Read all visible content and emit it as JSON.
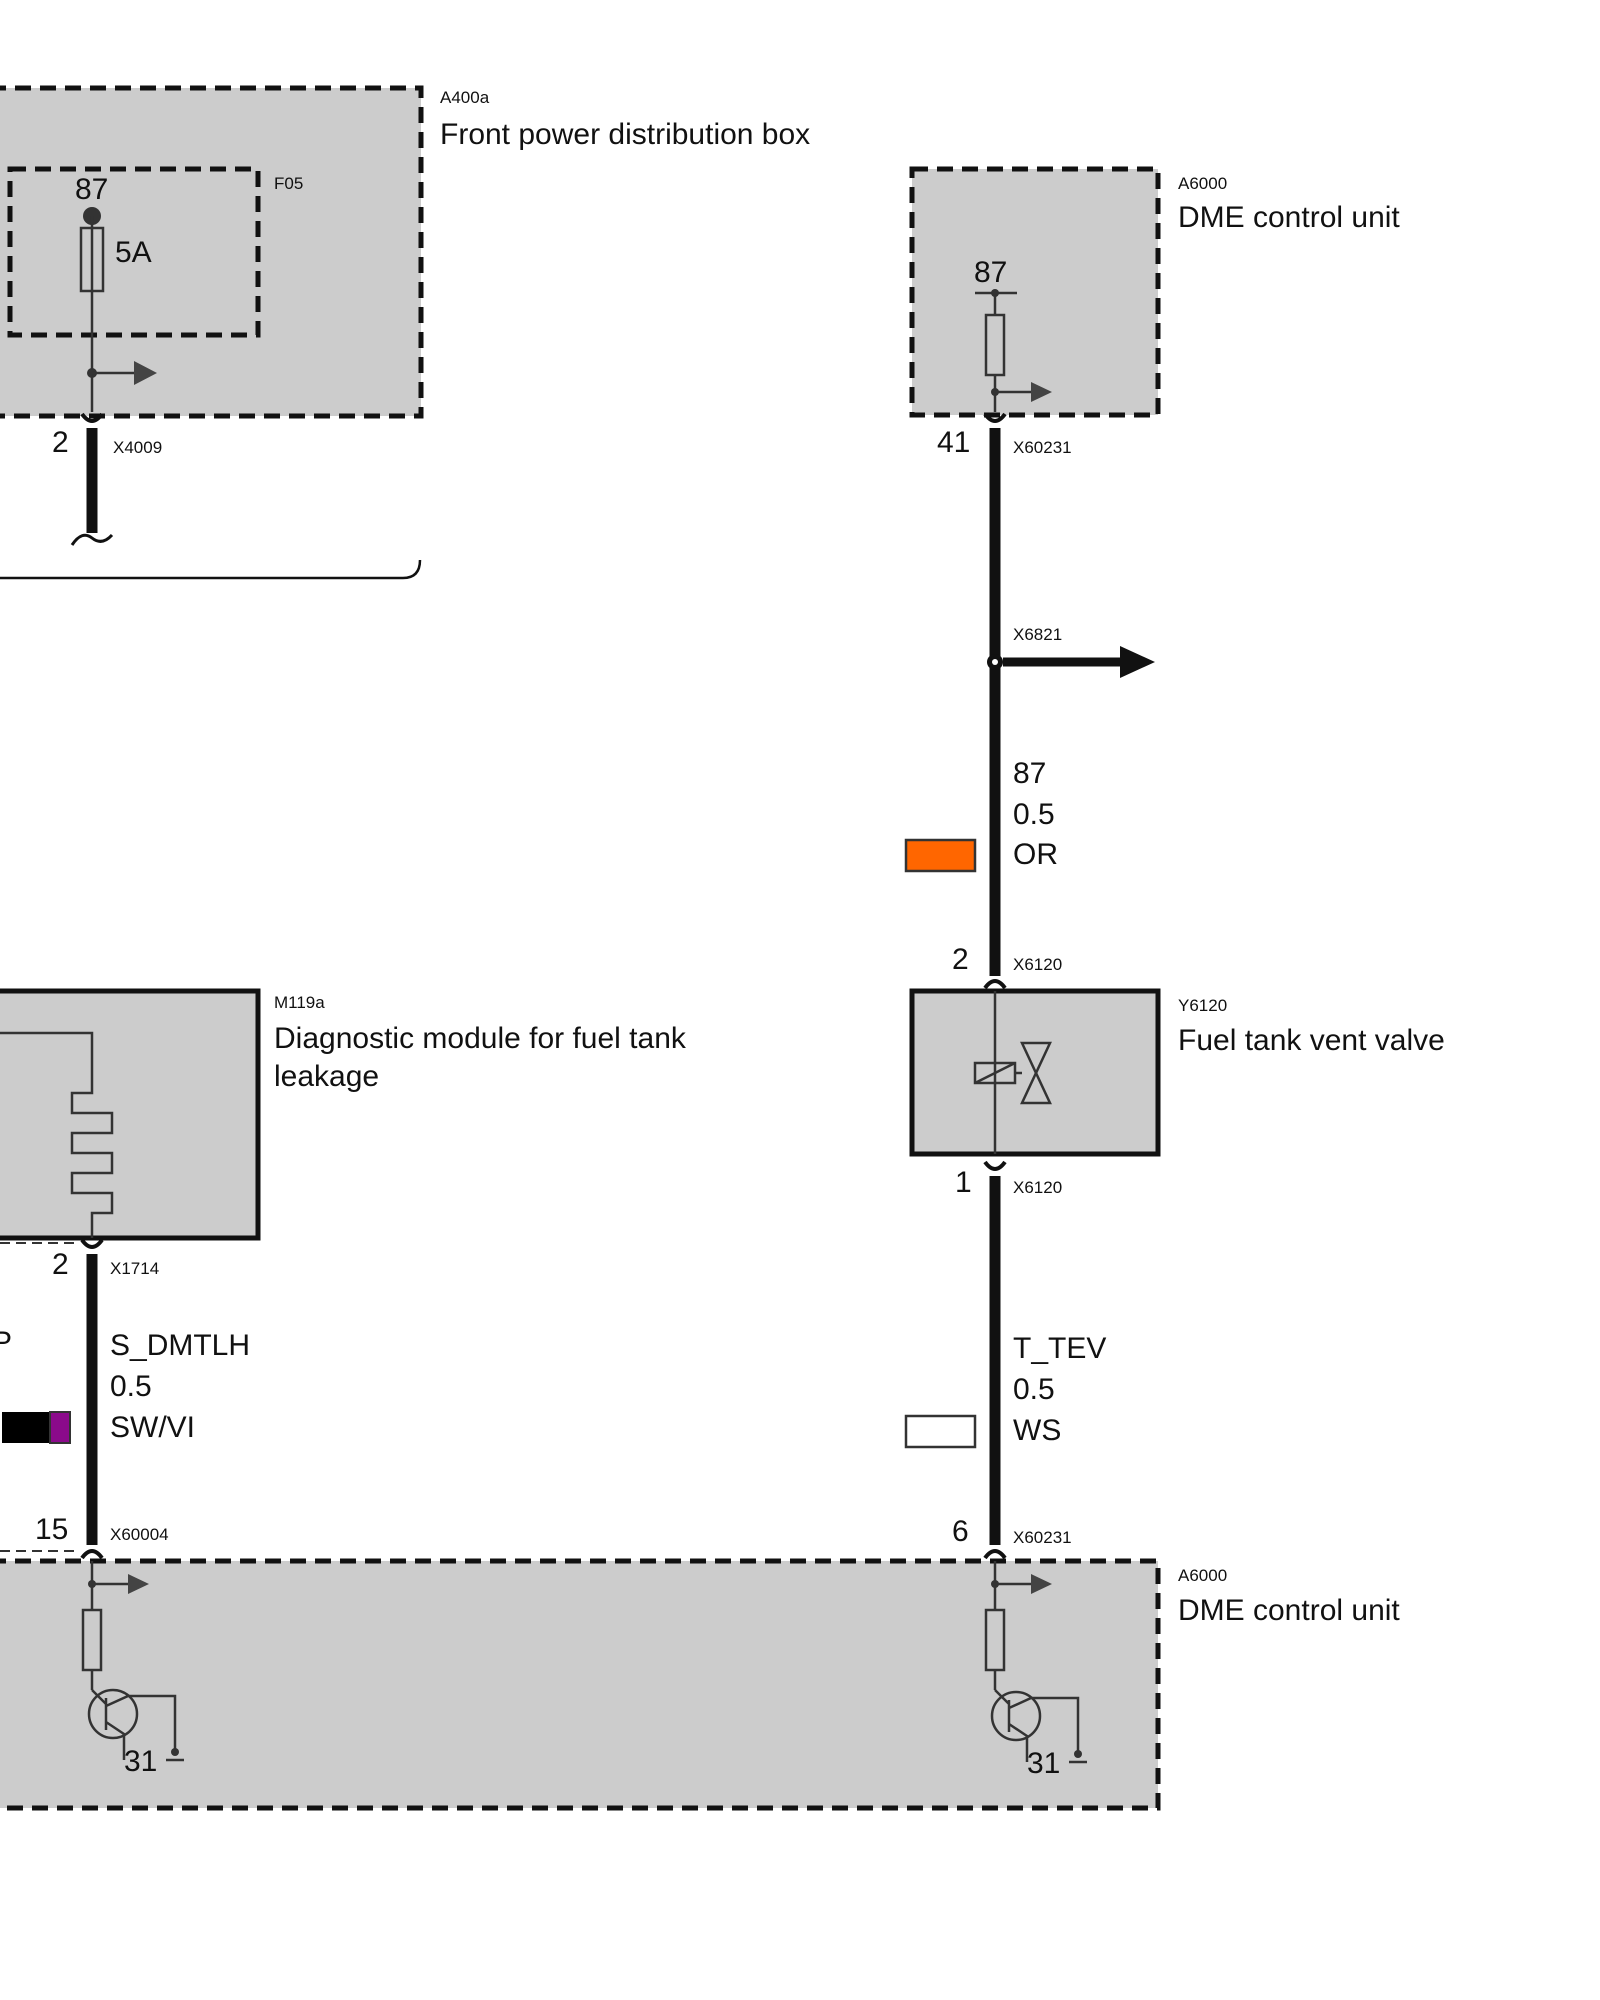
{
  "colors": {
    "box_fill": "#cccccc",
    "wire": "#111111",
    "orange": "#ff6600",
    "violet": "#8b0a8b",
    "black": "#000000",
    "white": "#ffffff"
  },
  "components": {
    "front_power_box": {
      "code": "A400a",
      "name": "Front power distribution box"
    },
    "fuse": {
      "code": "F05",
      "terminal": "87",
      "rating": "5A"
    },
    "dme_top": {
      "code": "A6000",
      "name": "DME control unit",
      "terminal": "87"
    },
    "diag_module": {
      "code": "M119a",
      "name_line1": "Diagnostic module for fuel tank",
      "name_line2": "leakage"
    },
    "vent_valve": {
      "code": "Y6120",
      "name": "Fuel tank vent valve"
    },
    "dme_bottom": {
      "code": "A6000",
      "name": "DME control unit",
      "ground_left": "31",
      "ground_right": "31"
    }
  },
  "connectors": {
    "x4009": {
      "code": "X4009",
      "pin": "2"
    },
    "x60231_top": {
      "code": "X60231",
      "pin": "41"
    },
    "x6821": {
      "code": "X6821"
    },
    "x6120_top": {
      "code": "X6120",
      "pin": "2"
    },
    "x6120_bottom": {
      "code": "X6120",
      "pin": "1"
    },
    "x1714": {
      "code": "X1714",
      "pin": "2"
    },
    "x60004": {
      "code": "X60004",
      "pin": "15"
    },
    "x60231_bottom": {
      "code": "X60231",
      "pin": "6"
    }
  },
  "wires": {
    "w87": {
      "signal": "87",
      "size": "0.5",
      "color_code": "OR"
    },
    "dmtlh": {
      "signal": "S_DMTLH",
      "size": "0.5",
      "color_code": "SW/VI"
    },
    "tev": {
      "signal": "T_TEV",
      "size": "0.5",
      "color_code": "WS"
    }
  },
  "edge_marks": {
    "left_p": "P"
  }
}
